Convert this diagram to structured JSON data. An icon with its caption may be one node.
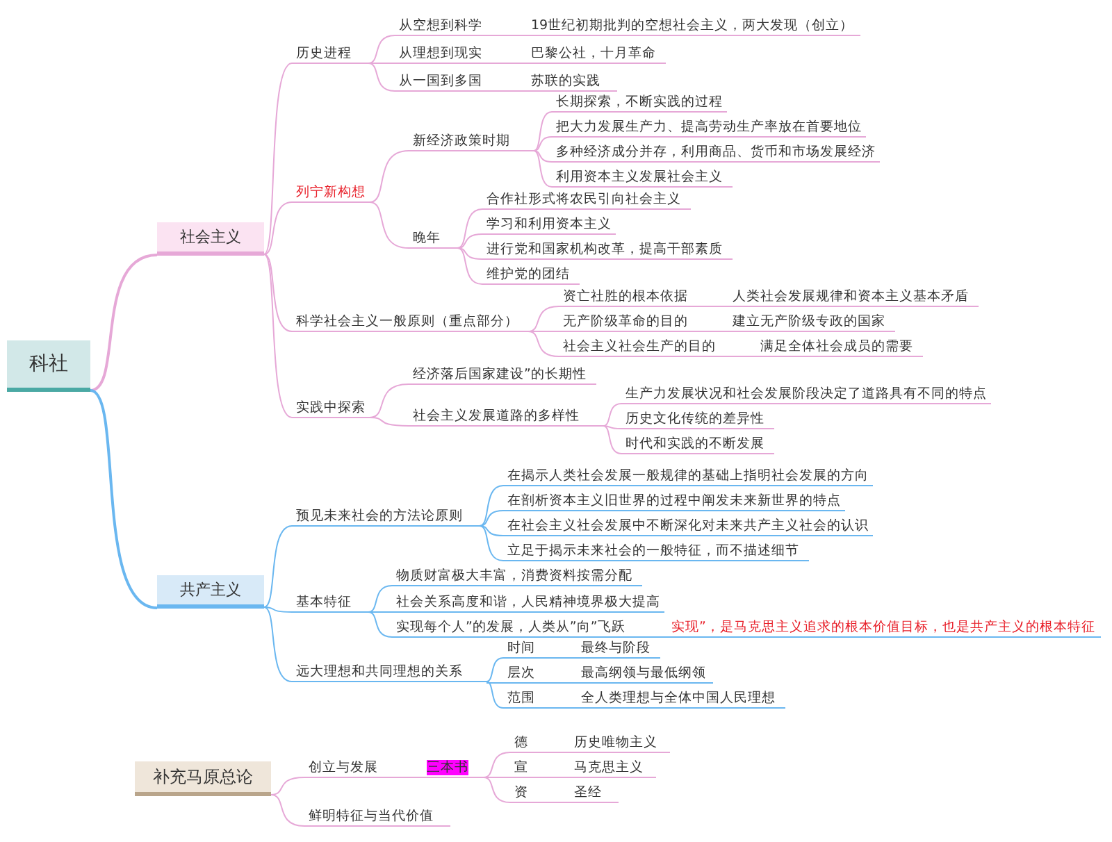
{
  "diagram": {
    "nodes": [
      {
        "text": [
          "科社"
        ]
      },
      {
        "text": [
          "社会主义"
        ]
      },
      {
        "text": [
          "历史进程"
        ]
      },
      {
        "text": [
          "从空想到科学"
        ]
      },
      {
        "text": [
          "19世纪初期批判的空想社会主义，两大发现（创立）"
        ]
      },
      {
        "text": [
          "从理想到现实"
        ]
      },
      {
        "text": [
          "巴黎公社，十月革命"
        ]
      },
      {
        "text": [
          "从一国到多国"
        ]
      },
      {
        "text": [
          "苏联的实践"
        ]
      },
      {
        "text": [
          "列宁新构想"
        ]
      },
      {
        "text": [
          "新经济政策时期"
        ]
      },
      {
        "text": [
          "长期探索，不断实践的过程"
        ]
      },
      {
        "text": [
          "把大力发展生产力、提高劳动生产率放在首要地位"
        ]
      },
      {
        "text": [
          "多种经济成分并存，利用商品、货币和市场发展经济"
        ]
      },
      {
        "text": [
          "利用资本主义发展社会主义"
        ]
      },
      {
        "text": [
          "晚年"
        ]
      },
      {
        "text": [
          "合作社形式将农民引向社会主义"
        ]
      },
      {
        "text": [
          "学习和利用资本主义"
        ]
      },
      {
        "text": [
          "进行党和国家机构改革，提高干部素质"
        ]
      },
      {
        "text": [
          "维护党的团结"
        ]
      },
      {
        "text": [
          "科学社会主义一般原则（重点部分）"
        ]
      },
      {
        "text": [
          "资亡社胜的根本依据"
        ]
      },
      {
        "text": [
          "人类社会发展规律和资本主义基本矛盾"
        ]
      },
      {
        "text": [
          "无产阶级革命的目的"
        ]
      },
      {
        "text": [
          "建立无产阶级专政的国家"
        ]
      },
      {
        "text": [
          "社会主义社会生产的目的"
        ]
      },
      {
        "text": [
          "满足全体社会成员的需要"
        ]
      },
      {
        "text": [
          "实践中探索"
        ]
      },
      {
        "text": [
          "经济落后国家建设”的长期性"
        ]
      },
      {
        "text": [
          "社会主义发展道路的多样性"
        ]
      },
      {
        "text": [
          "生产力发展状况和社会发展阶段决定了道路具有不同的特点"
        ]
      },
      {
        "text": [
          "历史文化传统的差异性"
        ]
      },
      {
        "text": [
          "时代和实践的不断发展"
        ]
      },
      {
        "text": [
          "共产主义"
        ]
      },
      {
        "text": [
          "预见未来社会的方法论原则"
        ]
      },
      {
        "text": [
          "在揭示人类社会发展一般规律的基础上指明社会发展的方向"
        ]
      },
      {
        "text": [
          "在剖析资本主义旧世界的过程中阐发未来新世界的特点"
        ]
      },
      {
        "text": [
          "在社会主义社会发展中不断深化对未来共产主义社会的认识"
        ]
      },
      {
        "text": [
          "立足于揭示未来社会的一般特征，而不描述细节"
        ]
      },
      {
        "text": [
          "基本特征"
        ]
      },
      {
        "text": [
          "物质财富极大丰富，消费资料按需分配"
        ]
      },
      {
        "text": [
          "社会关系高度和谐，人民精神境界极大提高"
        ]
      },
      {
        "text": [
          "实现每个人”的发展，人类从”向”飞跃"
        ]
      },
      {
        "text": [
          "实现”，是马克思主义追求的根本价值目标，也是共产主义的根本特征"
        ]
      },
      {
        "text": [
          "远大理想和共同理想的关系"
        ]
      },
      {
        "text": [
          "时间"
        ]
      },
      {
        "text": [
          "最终与阶段"
        ]
      },
      {
        "text": [
          "层次"
        ]
      },
      {
        "text": [
          "最高纲领与最低纲领"
        ]
      },
      {
        "text": [
          "范围"
        ]
      },
      {
        "text": [
          "全人类理想与全体中国人民理想"
        ]
      },
      {
        "text": [
          "补充马原总论"
        ]
      },
      {
        "text": [
          "创立与发展"
        ]
      },
      {
        "text": [
          "三本书"
        ]
      },
      {
        "text": [
          "德"
        ]
      },
      {
        "text": [
          "历史唯物主义"
        ]
      },
      {
        "text": [
          "宣"
        ]
      },
      {
        "text": [
          "马克思主义"
        ]
      },
      {
        "text": [
          "资"
        ]
      },
      {
        "text": [
          "圣经"
        ]
      },
      {
        "text": [
          "鲜明特征与当代价值"
        ]
      }
    ],
    "edges": [
      {
        "from": 0,
        "to": 1,
        "arrow": "none"
      },
      {
        "from": 1,
        "to": 2,
        "arrow": "none"
      },
      {
        "from": 2,
        "to": 3,
        "arrow": "none"
      },
      {
        "from": 3,
        "to": 4,
        "arrow": "none"
      },
      {
        "from": 2,
        "to": 5,
        "arrow": "none"
      },
      {
        "from": 5,
        "to": 6,
        "arrow": "none"
      },
      {
        "from": 2,
        "to": 7,
        "arrow": "none"
      },
      {
        "from": 7,
        "to": 8,
        "arrow": "none"
      },
      {
        "from": 1,
        "to": 9,
        "arrow": "none"
      },
      {
        "from": 9,
        "to": 10,
        "arrow": "none"
      },
      {
        "from": 10,
        "to": 11,
        "arrow": "none"
      },
      {
        "from": 10,
        "to": 12,
        "arrow": "none"
      },
      {
        "from": 10,
        "to": 13,
        "arrow": "none"
      },
      {
        "from": 10,
        "to": 14,
        "arrow": "none"
      },
      {
        "from": 9,
        "to": 15,
        "arrow": "none"
      },
      {
        "from": 15,
        "to": 16,
        "arrow": "none"
      },
      {
        "from": 15,
        "to": 17,
        "arrow": "none"
      },
      {
        "from": 15,
        "to": 18,
        "arrow": "none"
      },
      {
        "from": 15,
        "to": 19,
        "arrow": "none"
      },
      {
        "from": 1,
        "to": 20,
        "arrow": "none"
      },
      {
        "from": 20,
        "to": 21,
        "arrow": "none"
      },
      {
        "from": 21,
        "to": 22,
        "arrow": "none"
      },
      {
        "from": 20,
        "to": 23,
        "arrow": "none"
      },
      {
        "from": 23,
        "to": 24,
        "arrow": "none"
      },
      {
        "from": 20,
        "to": 25,
        "arrow": "none"
      },
      {
        "from": 25,
        "to": 26,
        "arrow": "none"
      },
      {
        "from": 1,
        "to": 27,
        "arrow": "none"
      },
      {
        "from": 27,
        "to": 28,
        "arrow": "none"
      },
      {
        "from": 27,
        "to": 29,
        "arrow": "none"
      },
      {
        "from": 29,
        "to": 30,
        "arrow": "none"
      },
      {
        "from": 29,
        "to": 31,
        "arrow": "none"
      },
      {
        "from": 29,
        "to": 32,
        "arrow": "none"
      },
      {
        "from": 0,
        "to": 33,
        "arrow": "none",
        "color": "#6ab7f0"
      },
      {
        "from": 33,
        "to": 34,
        "arrow": "none",
        "color": "#6ab7f0"
      },
      {
        "from": 34,
        "to": 35,
        "arrow": "none",
        "color": "#6ab7f0"
      },
      {
        "from": 34,
        "to": 36,
        "arrow": "none",
        "color": "#6ab7f0"
      },
      {
        "from": 34,
        "to": 37,
        "arrow": "none",
        "color": "#6ab7f0"
      },
      {
        "from": 34,
        "to": 38,
        "arrow": "none",
        "color": "#6ab7f0"
      },
      {
        "from": 33,
        "to": 39,
        "arrow": "none",
        "color": "#6ab7f0"
      },
      {
        "from": 39,
        "to": 40,
        "arrow": "none",
        "color": "#6ab7f0"
      },
      {
        "from": 39,
        "to": 41,
        "arrow": "none",
        "color": "#6ab7f0"
      },
      {
        "from": 39,
        "to": 42,
        "arrow": "none",
        "color": "#6ab7f0"
      },
      {
        "from": 42,
        "to": 43,
        "arrow": "none",
        "color": "#6ab7f0"
      },
      {
        "from": 33,
        "to": 44,
        "arrow": "none",
        "color": "#6ab7f0"
      },
      {
        "from": 44,
        "to": 45,
        "arrow": "none",
        "color": "#6ab7f0"
      },
      {
        "from": 45,
        "to": 46,
        "arrow": "none",
        "color": "#6ab7f0"
      },
      {
        "from": 44,
        "to": 47,
        "arrow": "none",
        "color": "#6ab7f0"
      },
      {
        "from": 47,
        "to": 48,
        "arrow": "none",
        "color": "#6ab7f0"
      },
      {
        "from": 44,
        "to": 49,
        "arrow": "none",
        "color": "#6ab7f0"
      },
      {
        "from": 49,
        "to": 50,
        "arrow": "none",
        "color": "#6ab7f0"
      },
      {
        "from": 51,
        "to": 52,
        "arrow": "none"
      },
      {
        "from": 52,
        "to": 53,
        "arrow": "none"
      },
      {
        "from": 53,
        "to": 54,
        "arrow": "none"
      },
      {
        "from": 54,
        "to": 55,
        "arrow": "none"
      },
      {
        "from": 53,
        "to": 56,
        "arrow": "none"
      },
      {
        "from": 56,
        "to": 57,
        "arrow": "none"
      },
      {
        "from": 53,
        "to": 58,
        "arrow": "none"
      },
      {
        "from": 58,
        "to": 59,
        "arrow": "none"
      },
      {
        "from": 51,
        "to": 60,
        "arrow": "none"
      }
    ]
  }
}
